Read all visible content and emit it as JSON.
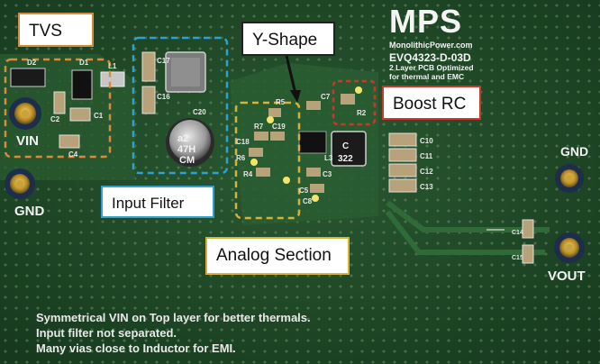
{
  "callouts": {
    "tvs": "TVS",
    "y_shape": "Y-Shape",
    "boost_rc": "Boost RC",
    "input_filter": "Input Filter",
    "analog_section": "Analog Section"
  },
  "connectors": {
    "vin": "VIN",
    "gnd_left": "GND",
    "gnd_right": "GND",
    "vout": "VOUT"
  },
  "board_marking": {
    "logo": "MPS",
    "company": "MonolithicPower.com",
    "board_id": "EVQ4323-D-03D",
    "line1": "2 Layer PCB Optimized",
    "line2": "for thermal and EMC"
  },
  "notes": [
    "Symmetrical VIN on Top layer for better thermals.",
    "Input filter not separated.",
    "Many vias close to Inductor for EMI."
  ],
  "component_text": {
    "cap_line1": "a2",
    "cap_line2": "47H",
    "cap_line3": "CM",
    "inductor_line1": "C",
    "inductor_line2": "322"
  },
  "refdes": {
    "d2": "D2",
    "d1": "D1",
    "l1": "L1",
    "c1": "C1",
    "c2": "C2",
    "c4": "C4",
    "c17": "C17",
    "c16": "C16",
    "c20": "C20",
    "c7": "C7",
    "r2": "R2",
    "c18": "C18",
    "r7": "R7",
    "c19": "C19",
    "r6": "R6",
    "r4": "R4",
    "r5": "R5",
    "c3": "C3",
    "l3": "L3",
    "c5": "C5",
    "c8": "C8",
    "c10": "C10",
    "c11": "C11",
    "c12": "C12",
    "c13": "C13",
    "c14": "C14",
    "c15": "C15"
  },
  "colors": {
    "pcb": "#1f4a28",
    "tvs_box": "#d98a3a",
    "input_filter_box": "#2fa0d2",
    "analog_box": "#d5b23a",
    "boost_box": "#d0342c"
  }
}
